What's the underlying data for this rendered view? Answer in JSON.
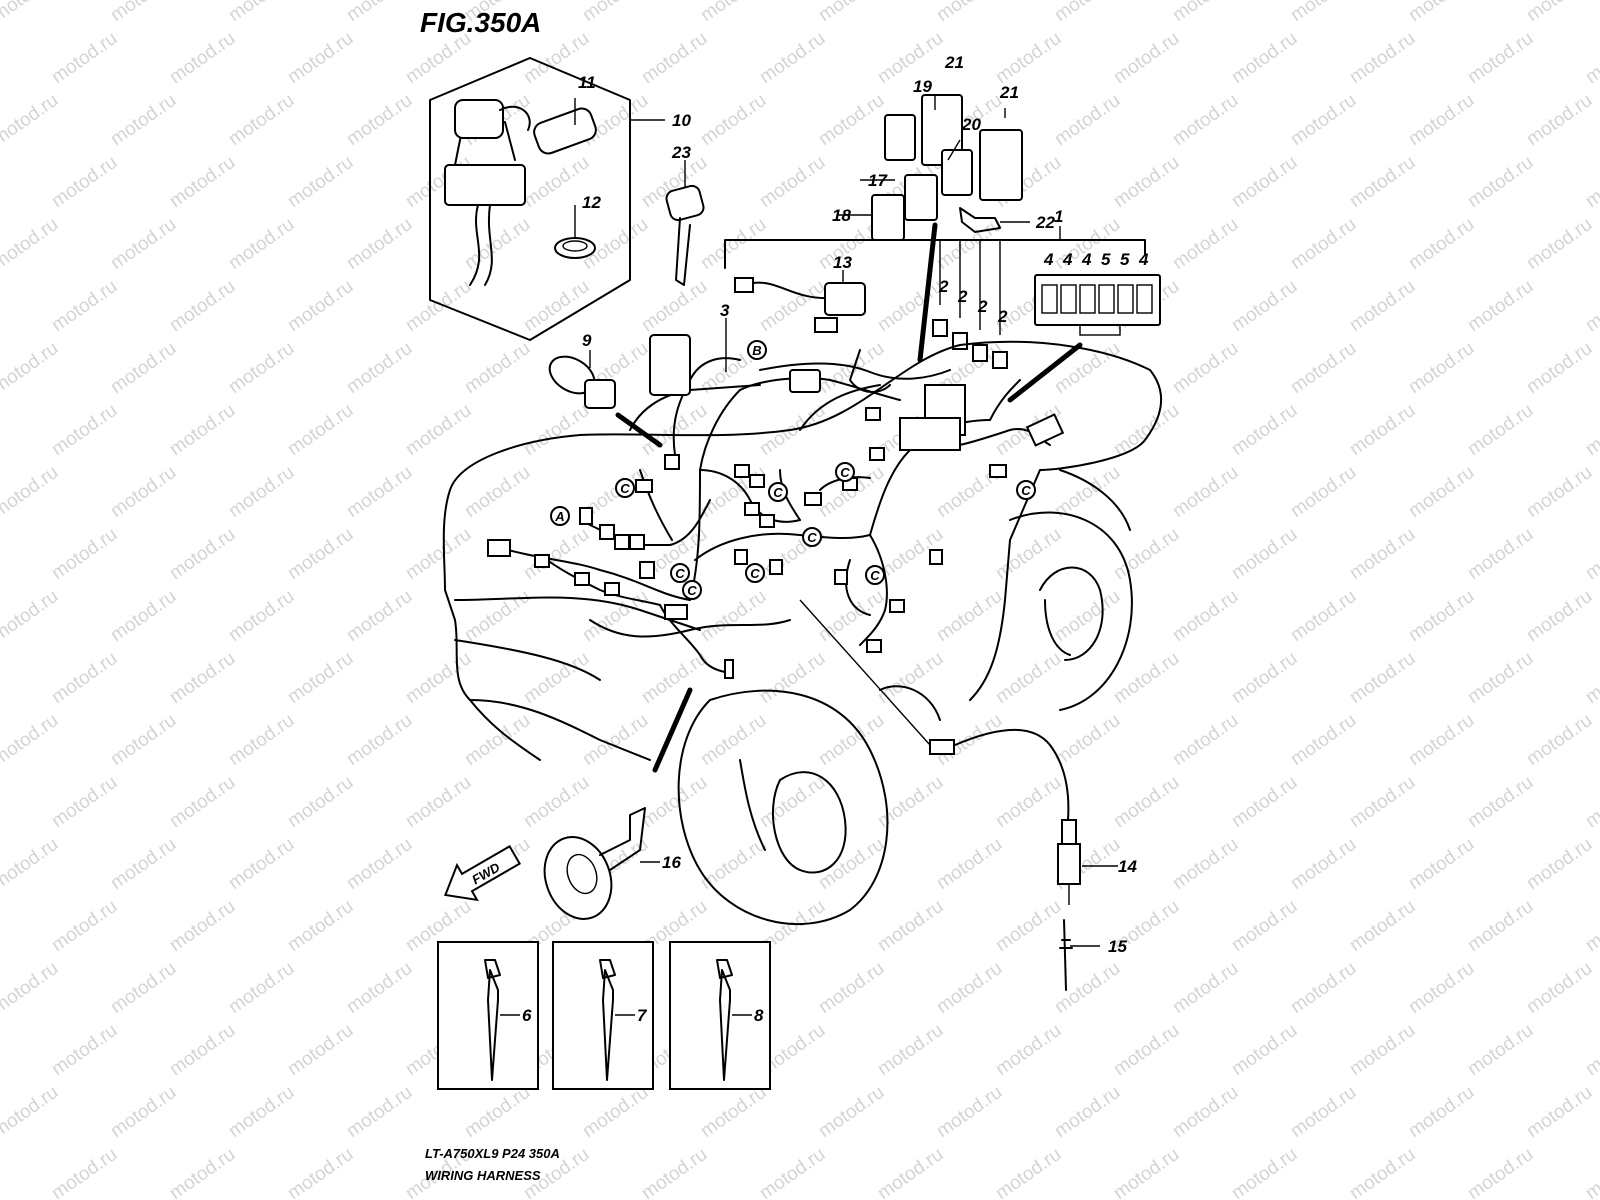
{
  "figure": {
    "title": "FIG.350A",
    "model_code": "LT-A750XL9  P24  350A",
    "caption": "WIRING HARNESS",
    "watermark": "motod.ru",
    "fwd": "FWD"
  },
  "parts": {
    "p1": "1",
    "p2": "2",
    "p3": "3",
    "p4": "4",
    "p5": "5",
    "p6": "6",
    "p7": "7",
    "p8": "8",
    "p9": "9",
    "p10": "10",
    "p11": "11",
    "p12": "12",
    "p13": "13",
    "p14": "14",
    "p15": "15",
    "p16": "16",
    "p17": "17",
    "p18": "18",
    "p19": "19",
    "p20": "20",
    "p21": "21",
    "p22": "22",
    "p23": "23"
  },
  "fuse_box_labels": [
    "4",
    "4",
    "4",
    "5",
    "5",
    "4"
  ],
  "callouts": {
    "a": "A",
    "b": "B",
    "c": "C"
  }
}
